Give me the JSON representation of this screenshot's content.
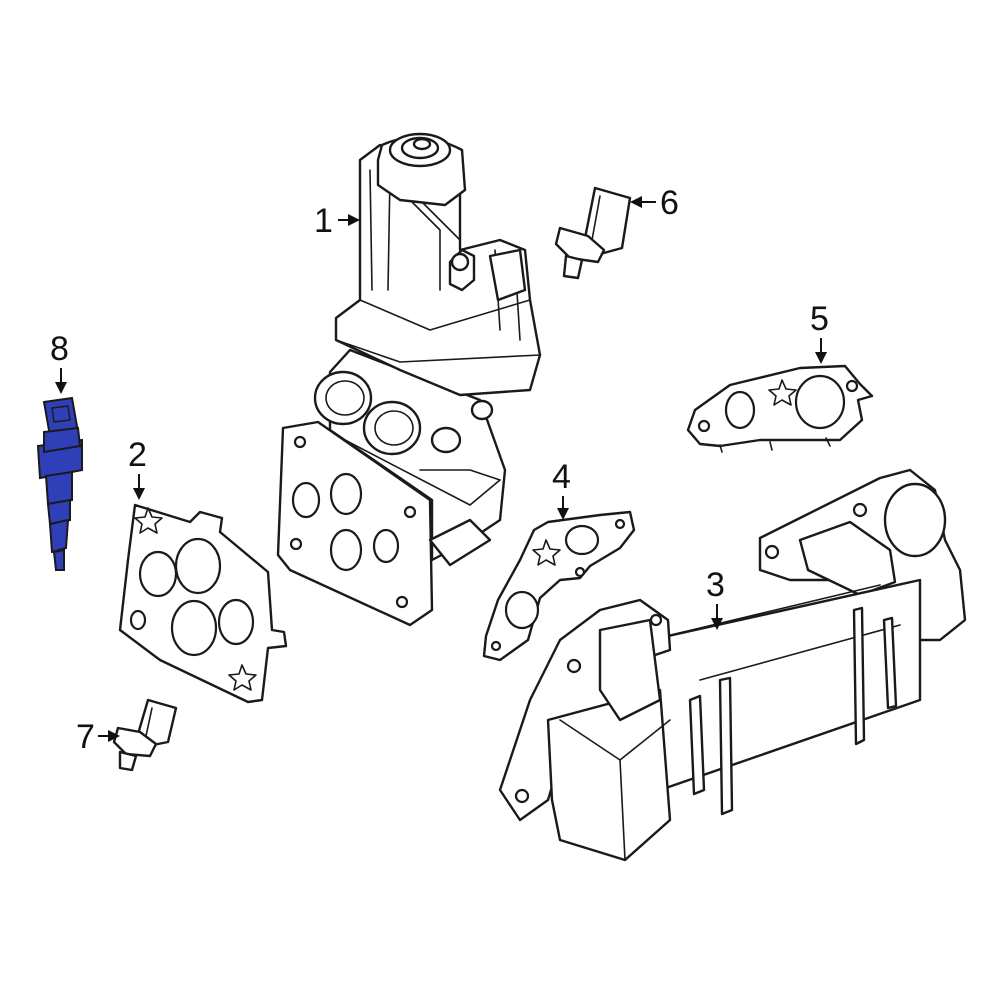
{
  "diagram": {
    "callouts": [
      {
        "id": "1",
        "label": "1"
      },
      {
        "id": "2",
        "label": "2"
      },
      {
        "id": "3",
        "label": "3"
      },
      {
        "id": "4",
        "label": "4"
      },
      {
        "id": "5",
        "label": "5"
      },
      {
        "id": "6",
        "label": "6"
      },
      {
        "id": "7",
        "label": "7"
      },
      {
        "id": "8",
        "label": "8"
      }
    ],
    "highlight_part": "8",
    "colors": {
      "line": "#1a1a1a",
      "highlight_fill": "#2f3fb8",
      "background": "#ffffff"
    }
  }
}
